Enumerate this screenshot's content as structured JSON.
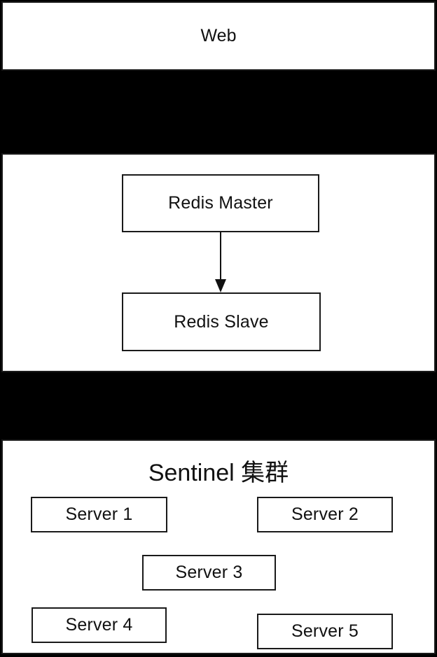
{
  "colors": {
    "background": "#000000",
    "panel_fill": "#ffffff",
    "border": "#1a1a1a",
    "text": "#111111"
  },
  "web": {
    "label": "Web"
  },
  "redis": {
    "master_label": "Redis Master",
    "slave_label": "Redis Slave"
  },
  "sentinel": {
    "title": "Sentinel 集群",
    "servers": [
      {
        "label": "Server 1"
      },
      {
        "label": "Server 2"
      },
      {
        "label": "Server 3"
      },
      {
        "label": "Server 4"
      },
      {
        "label": "Server 5"
      }
    ]
  }
}
